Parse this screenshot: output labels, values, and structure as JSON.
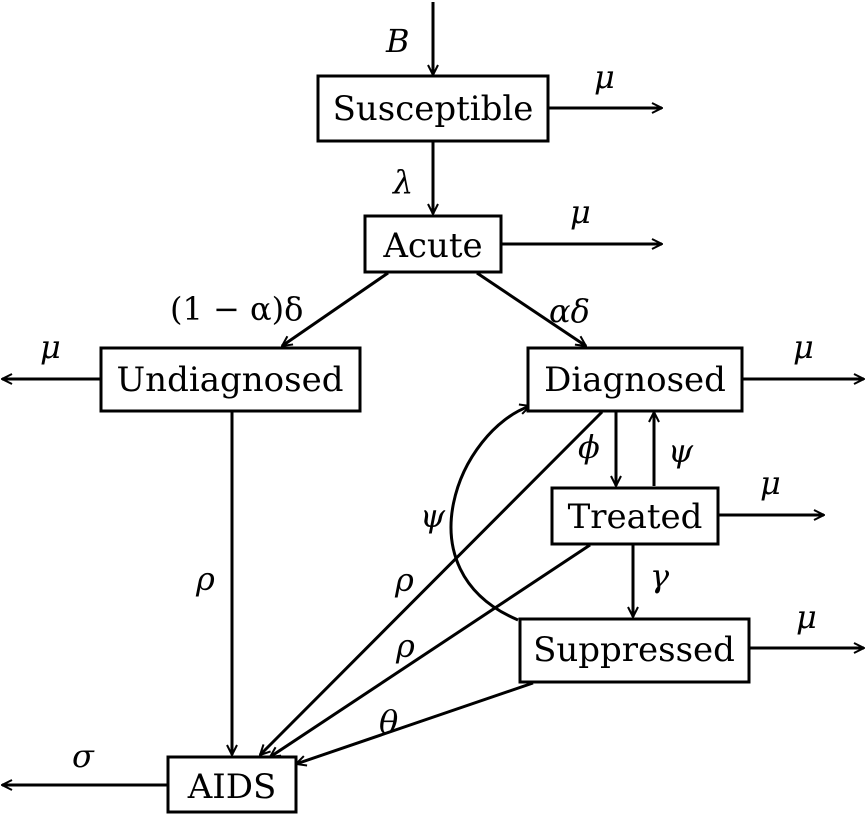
{
  "nodes": {
    "susceptible": "Susceptible",
    "acute": "Acute",
    "undiagnosed": "Undiagnosed",
    "diagnosed": "Diagnosed",
    "treated": "Treated",
    "suppressed": "Suppressed",
    "aids": "AIDS"
  },
  "rates": {
    "birth": "B",
    "lambda": "λ",
    "mu": "μ",
    "one_minus_alpha_delta": "(1 − α)δ",
    "alpha_delta": "αδ",
    "phi": "ϕ",
    "psi": "ψ",
    "gamma": "γ",
    "rho": "ρ",
    "theta": "θ",
    "sigma": "σ"
  }
}
